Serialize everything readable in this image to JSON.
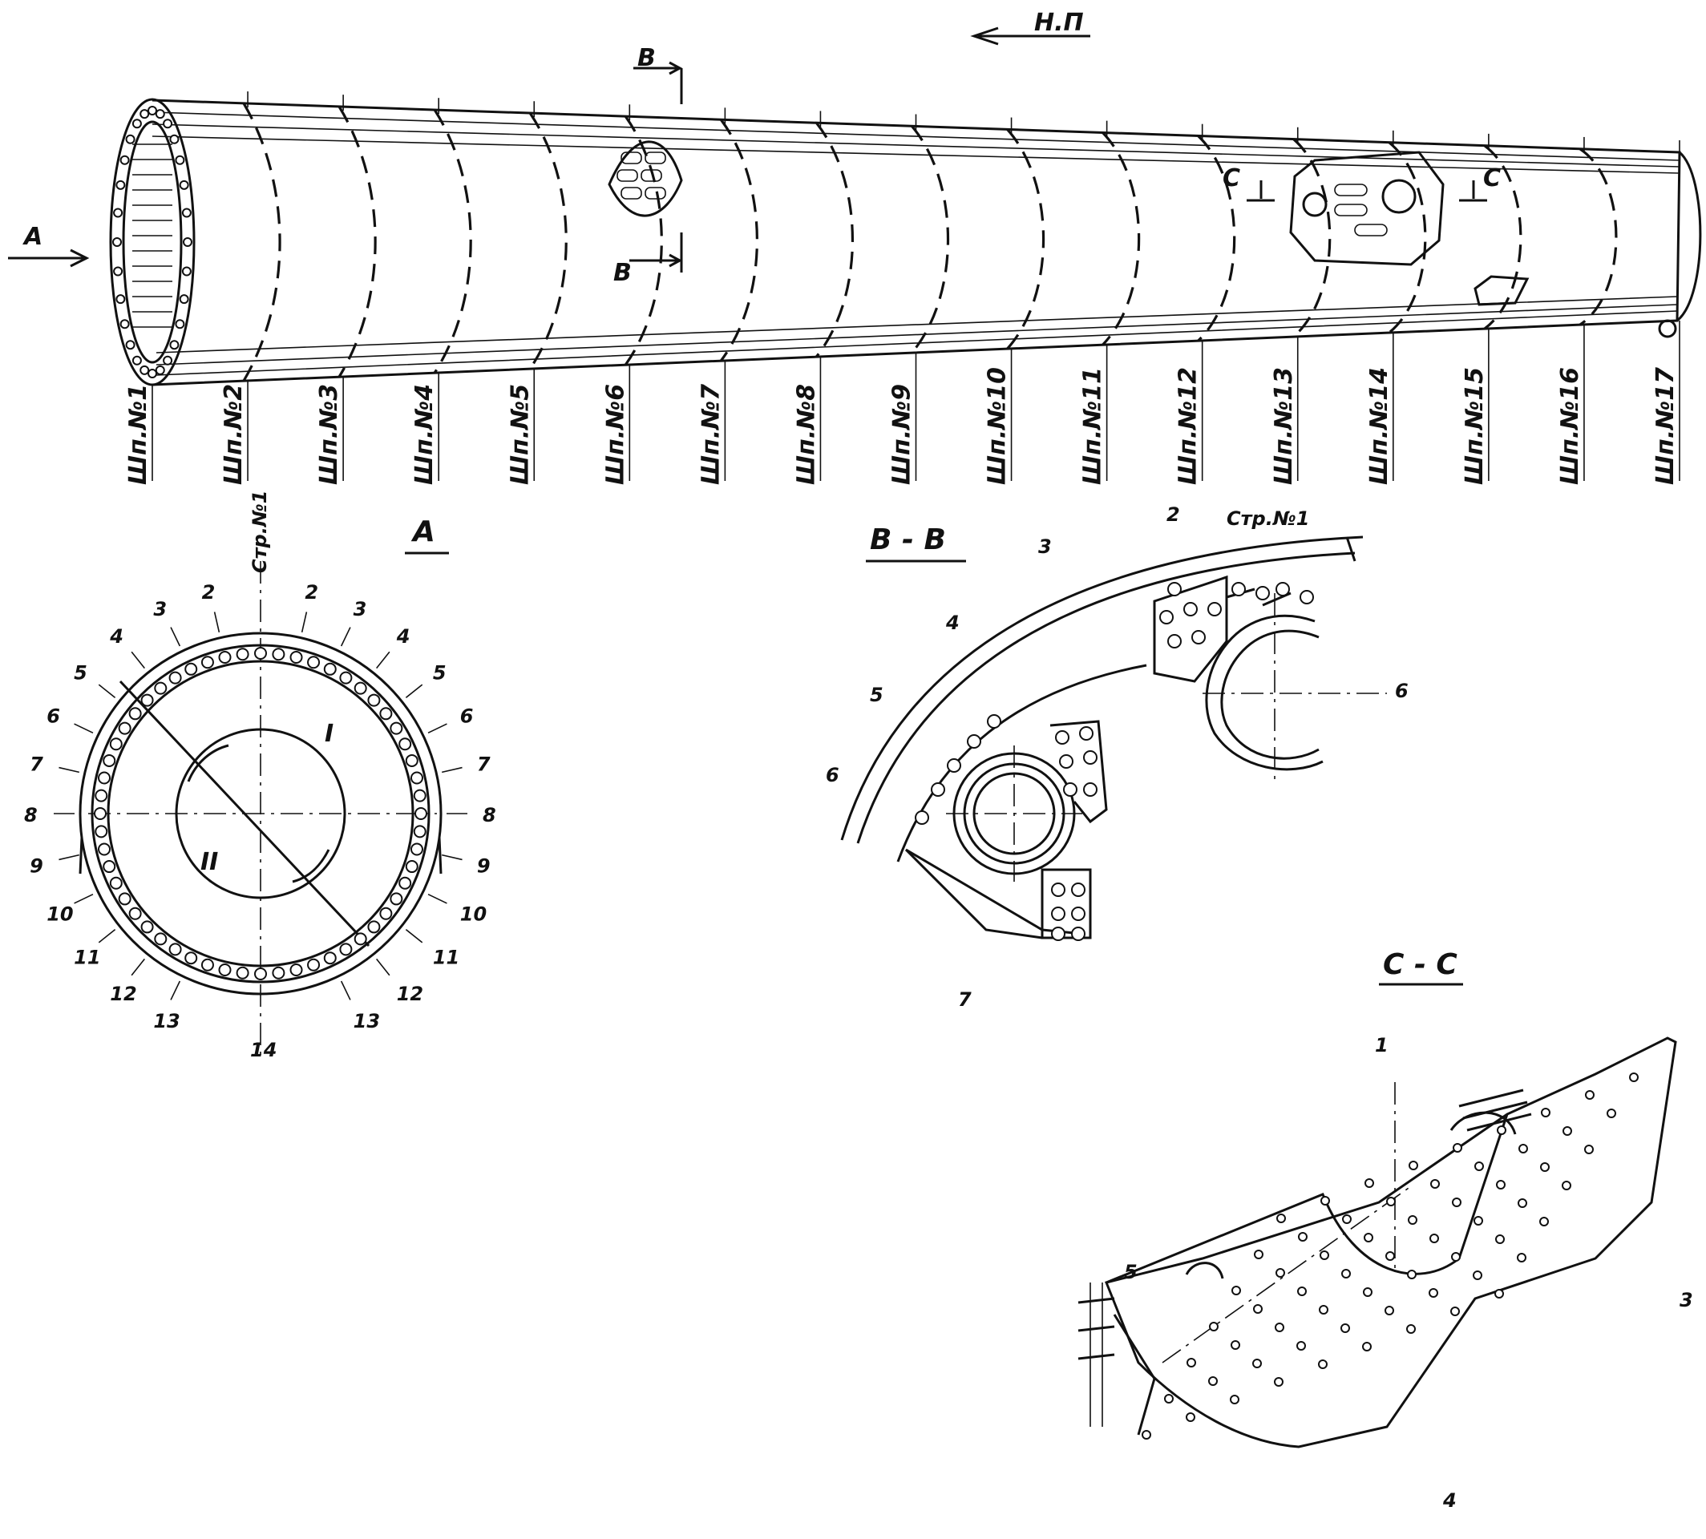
{
  "top_view": {
    "direction_label": "Н.П",
    "view_arrow_label": "A",
    "section_b_label": "B",
    "section_c_label": "C",
    "frames": [
      "Шп.№1",
      "Шп.№2",
      "Шп.№3",
      "Шп.№4",
      "Шп.№5",
      "Шп.№6",
      "Шп.№7",
      "Шп.№8",
      "Шп.№9",
      "Шп.№10",
      "Шп.№11",
      "Шп.№12",
      "Шп.№13",
      "Шп.№14",
      "Шп.№15",
      "Шп.№16",
      "Шп.№17"
    ]
  },
  "view_a": {
    "title": "A",
    "stringer_label": "Стр.№1",
    "left_numbers": [
      "2",
      "3",
      "4",
      "5",
      "6",
      "7",
      "8",
      "9",
      "10",
      "11",
      "12",
      "13"
    ],
    "right_numbers": [
      "2",
      "3",
      "4",
      "5",
      "6",
      "7",
      "8",
      "9",
      "10",
      "11",
      "12",
      "13"
    ],
    "bottom_number": "14",
    "zone_1": "I",
    "zone_2": "II"
  },
  "section_bb": {
    "title": "B - B",
    "stringer_label": "Стр.№1",
    "numbers": [
      "2",
      "3",
      "4",
      "5",
      "6",
      "6",
      "7"
    ]
  },
  "section_cc": {
    "title": "C - C",
    "numbers": [
      "1",
      "3",
      "4",
      "5"
    ]
  }
}
